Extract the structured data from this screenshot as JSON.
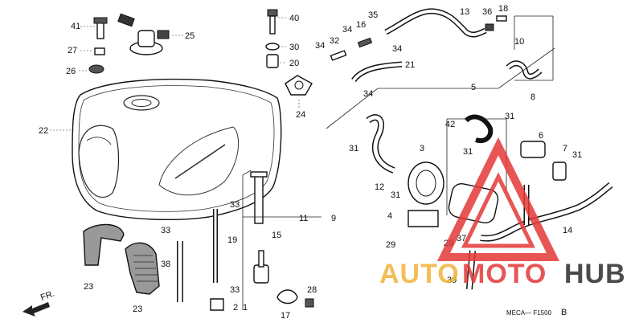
{
  "diagram": {
    "ref_code": "MECA— F1500",
    "ref_suffix": "B",
    "front_label": "FR."
  },
  "callouts": [
    "1",
    "2",
    "3",
    "4",
    "5",
    "6",
    "7",
    "8",
    "9",
    "10",
    "11",
    "12",
    "13",
    "14",
    "15",
    "16",
    "17",
    "18",
    "19",
    "20",
    "21",
    "22",
    "23",
    "24",
    "25",
    "26",
    "27",
    "28",
    "29",
    "30",
    "31",
    "32",
    "33",
    "34",
    "35",
    "36",
    "37",
    "38",
    "39",
    "40",
    "41",
    "42"
  ],
  "watermark": {
    "text_auto": "AUTO",
    "text_moto": "MOTO",
    "text_hub": "HUB",
    "color_orange": "#f2b23a",
    "color_red": "#e53838",
    "color_dark": "#2c2c2c"
  }
}
